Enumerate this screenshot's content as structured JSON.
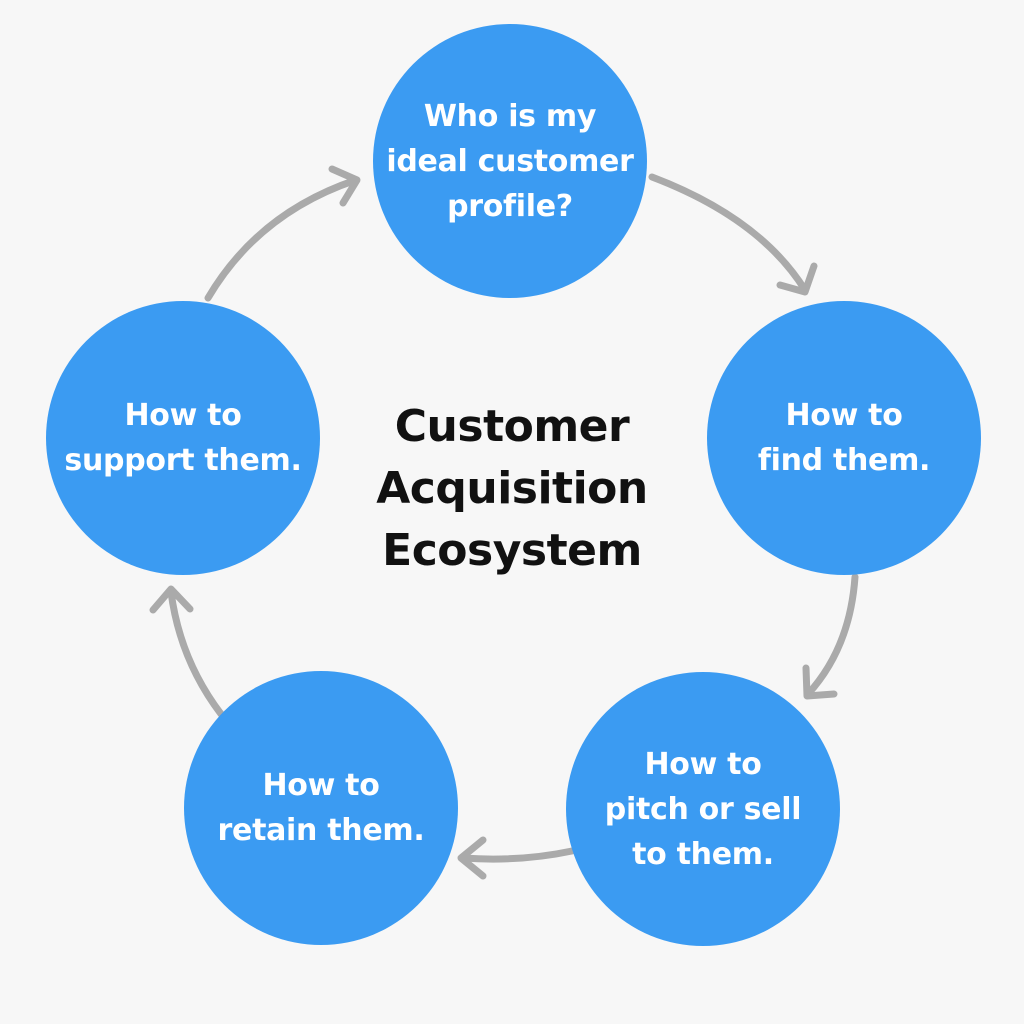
{
  "colors": {
    "node_fill": "#3b9bf2",
    "arrow": "#aaaaaa",
    "background": "#f7f7f7",
    "title_text": "#111111",
    "node_text": "#ffffff"
  },
  "center": {
    "title_lines": [
      "Customer",
      "Acquisition",
      "Ecosystem"
    ]
  },
  "nodes": [
    {
      "lines": [
        "Who is my",
        "ideal customer",
        "profile?"
      ]
    },
    {
      "lines": [
        "How to",
        "find them."
      ]
    },
    {
      "lines": [
        "How to",
        "pitch or sell",
        "to them."
      ]
    },
    {
      "lines": [
        "How to",
        "retain them."
      ]
    },
    {
      "lines": [
        "How to",
        "support them."
      ]
    }
  ]
}
